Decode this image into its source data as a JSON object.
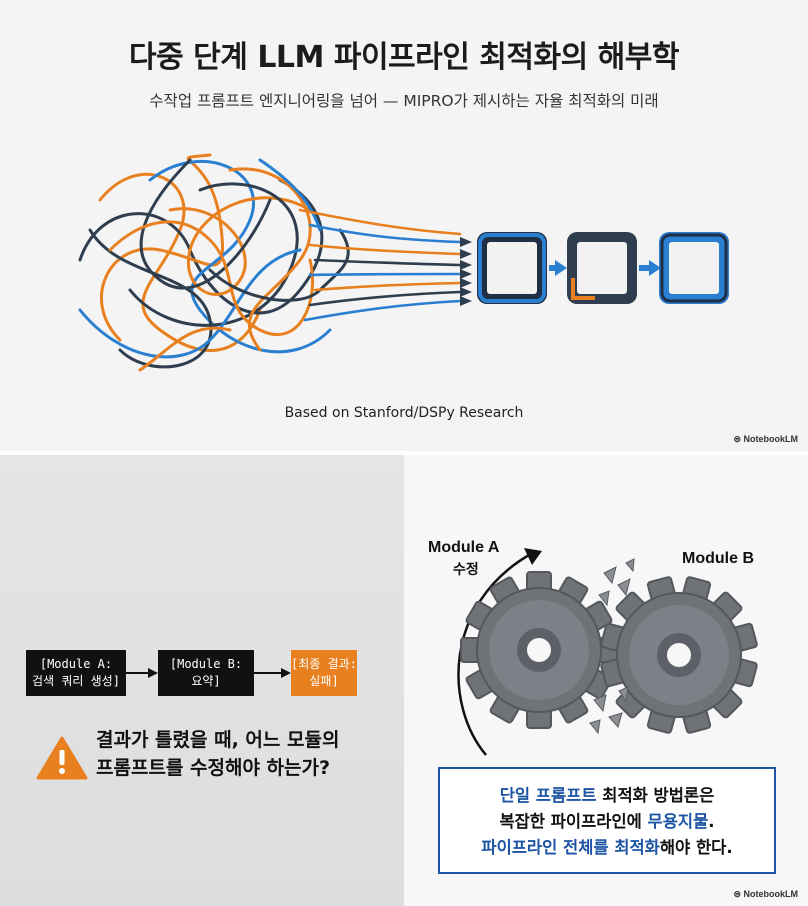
{
  "slide1": {
    "title": "다중 단계 LLM 파이프라인 최적화의 해부학",
    "subtitle": "수작업 프롬프트 엔지니어링을 넘어 — MIPRO가 제시하는 자율 최적화의 미래",
    "caption": "Based on Stanford/DSPy Research",
    "brand": "NotebookLM",
    "colors": {
      "orange": "#e8801f",
      "blue": "#2a7fd0",
      "navy": "#2f3e4e"
    }
  },
  "slide2_left": {
    "module_a_line1": "[Module A:",
    "module_a_line2": "검색 쿼리 생성]",
    "module_b_line1": "[Module B:",
    "module_b_line2": "요약]",
    "result_line1": "[최종 결과:",
    "result_line2": "실패]",
    "question_line1": "결과가 틀렸을 때, 어느 모듈의",
    "question_line2": "프롬프트를 수정해야 하는가?",
    "icon": "warning-icon"
  },
  "slide2_right": {
    "module_a_label": "Module A",
    "module_a_sub": "수정",
    "module_b_label": "Module B",
    "msg_l1_a": "단일 프롬프트",
    "msg_l1_b": " 최적화 방법론은",
    "msg_l2_a": "복잡한 파이프라인에 ",
    "msg_l2_b": "무용지물",
    "msg_l2_c": ".",
    "msg_l3_a": "파이프라인 전체를 최적화",
    "msg_l3_b": "해야 한다.",
    "brand": "NotebookLM"
  }
}
